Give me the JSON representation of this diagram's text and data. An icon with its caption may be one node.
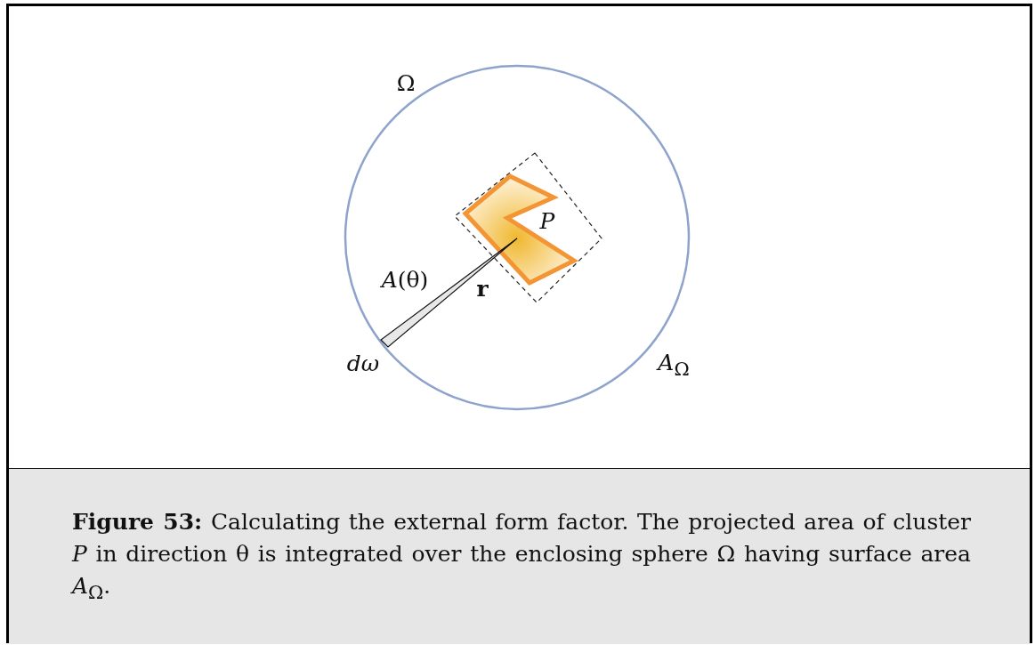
{
  "diagram": {
    "caption": "**Figure 53:** Calculating the external form factor. The projected area of cluster *P* in direction θ is integrated over the enclosing sphere Ω having surface area *A*$_{Ω}$.",
    "labels": [
      "Ω",
      "P",
      "*A*(θ)",
      "r",
      "dω",
      "*A*$_{Ω}$"
    ]
  }
}
